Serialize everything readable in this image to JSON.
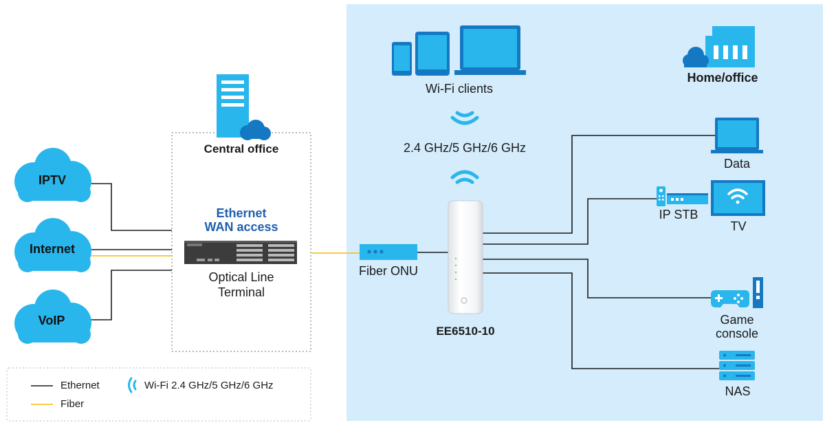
{
  "services": {
    "iptv": "IPTV",
    "internet": "Internet",
    "voip": "VoIP"
  },
  "central_office": {
    "title": "Central office",
    "wan_line1": "Ethernet",
    "wan_line2": "WAN access",
    "olt_line1": "Optical Line",
    "olt_line2": "Terminal"
  },
  "onu": "Fiber ONU",
  "router": "EE6510-10",
  "home": {
    "title": "Home/office",
    "wifi_clients": "Wi-Fi clients",
    "wifi_bands": "2.4 GHz/5 GHz/6 GHz"
  },
  "devices": {
    "data": "Data",
    "stb": "IP STB",
    "tv": "TV",
    "game_line1": "Game",
    "game_line2": "console",
    "nas": "NAS"
  },
  "legend": {
    "ethernet": "Ethernet",
    "fiber": "Fiber",
    "wifi": "Wi-Fi 2.4 GHz/5 GHz/6 GHz"
  },
  "colors": {
    "home_background": "#d4ecfb",
    "device_blue": "#29b6ec",
    "device_dark_blue": "#1478c3",
    "fiber_yellow": "#f6c324",
    "ethernet_black": "#1a1a1a",
    "wan_text_blue": "#1f5fae"
  }
}
